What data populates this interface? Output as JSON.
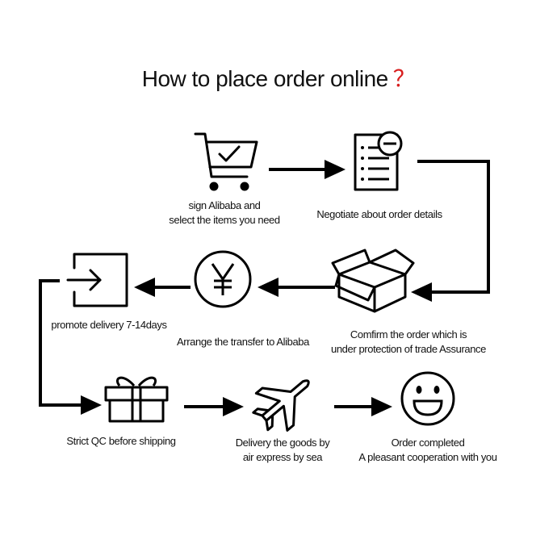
{
  "title": {
    "text": "How to place order online",
    "mark": "？",
    "mark_color": "#d81e1e"
  },
  "steps": [
    {
      "icon": "shopping-cart-icon",
      "line1": "sign Alibaba and",
      "line2": "select the items you need"
    },
    {
      "icon": "order-document-icon",
      "line1": "Negotiate about order details",
      "line2": ""
    },
    {
      "icon": "open-box-icon",
      "line1": "Comfirm the order which is",
      "line2": "under protection of trade Assurance"
    },
    {
      "icon": "yen-coin-icon",
      "line1": "Arrange the transfer to Alibaba",
      "line2": ""
    },
    {
      "icon": "delivery-exit-icon",
      "line1": "promote delivery 7-14days",
      "line2": ""
    },
    {
      "icon": "gift-box-icon",
      "line1": "Strict QC before shipping",
      "line2": ""
    },
    {
      "icon": "airplane-icon",
      "line1": "Delivery the goods by",
      "line2": "air express by sea"
    },
    {
      "icon": "smiley-face-icon",
      "line1": "Order completed",
      "line2": "A pleasant cooperation with you"
    }
  ]
}
